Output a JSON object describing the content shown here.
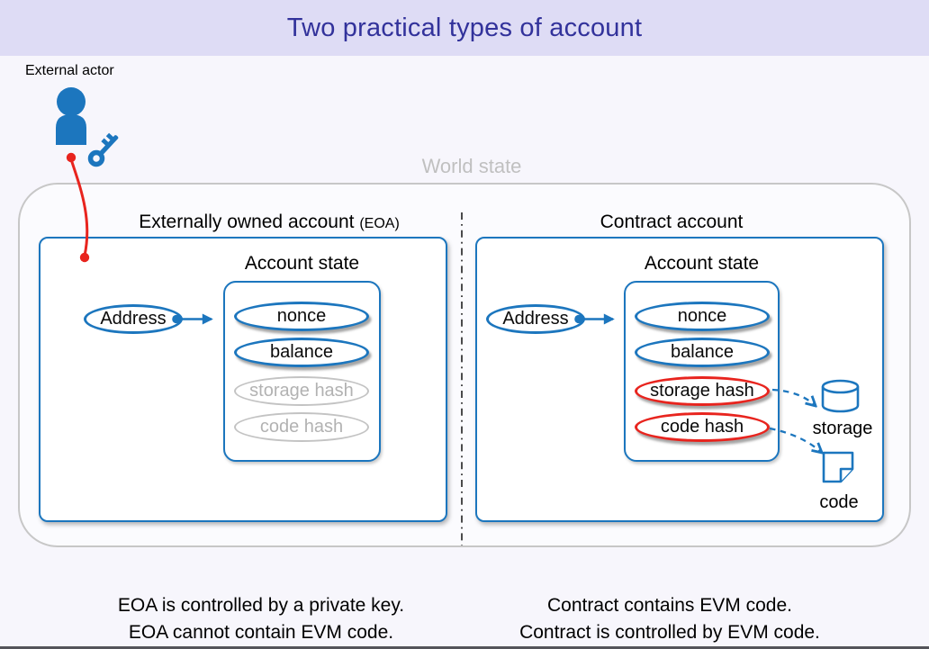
{
  "title": "Two practical types of account",
  "external_actor": {
    "label": "External actor"
  },
  "world_state_label": "World state",
  "eoa": {
    "header": "Externally owned account",
    "header_suffix": "(EOA)",
    "account_state_label": "Account state",
    "address_label": "Address",
    "fields": [
      {
        "label": "nonce",
        "style": "active"
      },
      {
        "label": "balance",
        "style": "active"
      },
      {
        "label": "storage hash",
        "style": "inactive"
      },
      {
        "label": "code hash",
        "style": "inactive"
      }
    ]
  },
  "contract": {
    "header": "Contract account",
    "account_state_label": "Account state",
    "address_label": "Address",
    "fields": [
      {
        "label": "nonce",
        "style": "active"
      },
      {
        "label": "balance",
        "style": "active"
      },
      {
        "label": "storage hash",
        "style": "highlight"
      },
      {
        "label": "code hash",
        "style": "highlight"
      }
    ],
    "storage_label": "storage",
    "code_label": "code"
  },
  "captions": {
    "eoa_line1": "EOA is controlled by a private key.",
    "eoa_line2": "EOA cannot contain EVM code.",
    "contract_line1": "Contract contains EVM code.",
    "contract_line2": "Contract is controlled by EVM code."
  },
  "colors": {
    "accent_blue": "#1C76BE",
    "highlight_red": "#E8241E",
    "inactive_gray": "#C3C3C3",
    "title_text": "#32329B",
    "title_bg": "#DEDCF5",
    "page_bg": "#F7F6FC",
    "world_state_gray": "#C0C0C0"
  }
}
